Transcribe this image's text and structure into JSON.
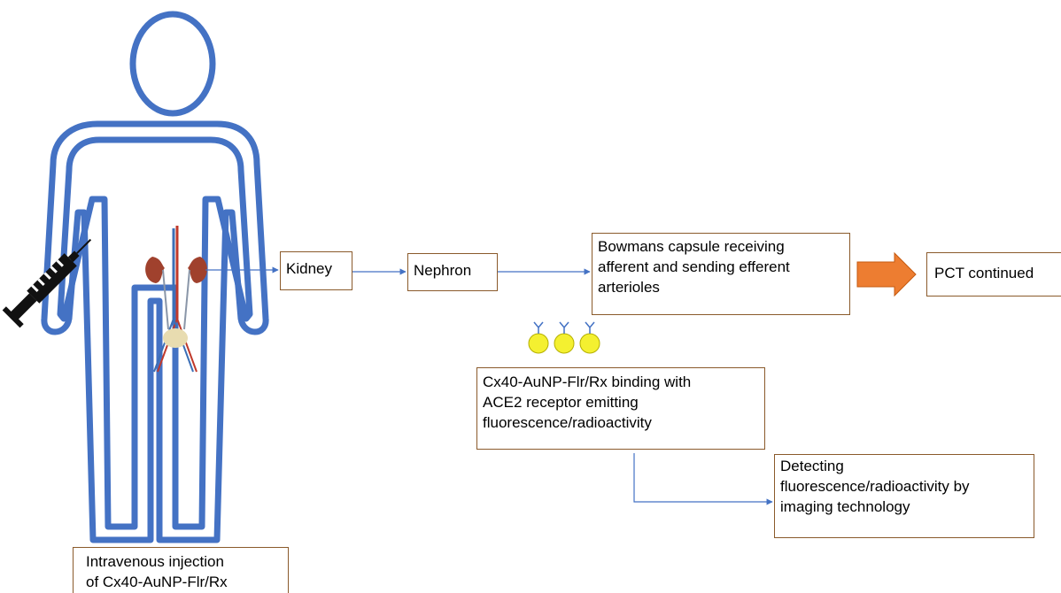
{
  "colors": {
    "body_outline": "#4472c4",
    "box_border": "#8a5a2b",
    "connector": "#4472c4",
    "big_arrow": "#ed7d31",
    "particle": "#f4f030"
  },
  "icons": {
    "syringe": "syringe-icon",
    "kidney": "kidney-organ-illustration",
    "human": "human-body-outline"
  },
  "boxes": {
    "kidney": "Kidney",
    "nephron": "Nephron",
    "bowman": "Bowmans capsule receiving\nafferent and sending efferent\narterioles",
    "pct": "PCT continued",
    "binding": "Cx40-AuNP-Flr/Rx binding with\nACE2 receptor emitting\nfluorescence/radioactivity",
    "detect": "Detecting\nfluorescence/radioactivity by\nimaging technology",
    "injection": "Intravenous injection\nof Cx40-AuNP-Flr/Rx"
  },
  "particles": {
    "count": 3
  }
}
